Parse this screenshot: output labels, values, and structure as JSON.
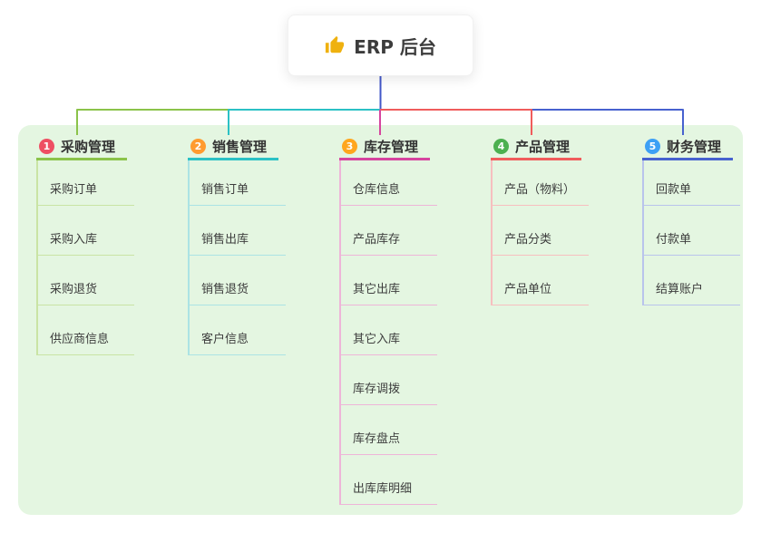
{
  "root": {
    "label": "ERP 后台",
    "icon": "thumbs-up-icon"
  },
  "theme": {
    "panel": "#e4f6e1",
    "trunk": "#4257c8",
    "icon_gold": "#efb10f"
  },
  "branches": [
    {
      "badge": "1",
      "label": "采购管理",
      "color": "#8bc34a",
      "light": "#c9e4a4",
      "badge_color": "#ee4f63",
      "children": [
        "采购订单",
        "采购入库",
        "采购退货",
        "供应商信息"
      ]
    },
    {
      "badge": "2",
      "label": "销售管理",
      "color": "#2bc1c5",
      "light": "#abe3e4",
      "badge_color": "#ff9b2f",
      "children": [
        "销售订单",
        "销售出库",
        "销售退货",
        "客户信息"
      ]
    },
    {
      "badge": "3",
      "label": "库存管理",
      "color": "#d6459f",
      "light": "#eeb5d8",
      "badge_color": "#ffa61e",
      "children": [
        "仓库信息",
        "产品库存",
        "其它出库",
        "其它入库",
        "库存调拨",
        "库存盘点",
        "出库库明细"
      ]
    },
    {
      "badge": "4",
      "label": "产品管理",
      "color": "#f05c5c",
      "light": "#f7bfbf",
      "badge_color": "#4cb050",
      "children": [
        "产品（物料）",
        "产品分类",
        "产品单位"
      ]
    },
    {
      "badge": "5",
      "label": "财务管理",
      "color": "#4762cf",
      "light": "#b9c4ec",
      "badge_color": "#3da0f5",
      "children": [
        "回款单",
        "付款单",
        "结算账户"
      ]
    }
  ]
}
